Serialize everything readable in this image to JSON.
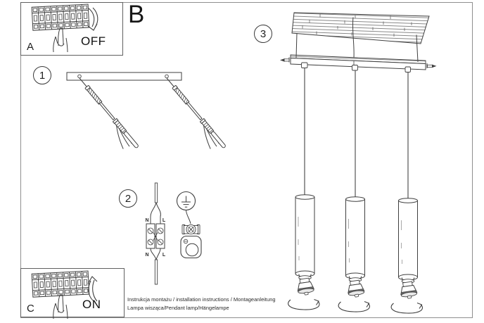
{
  "labels": {
    "box_a": "A",
    "box_b": "B",
    "box_c": "C",
    "step_1": "1",
    "step_2": "2",
    "step_3": "3",
    "off": "OFF",
    "on": "ON"
  },
  "terminal_labels": {
    "top_n": "N",
    "top_l": "L",
    "bottom_n": "N",
    "bottom_l": "L"
  },
  "footer": {
    "line1": "Instrukcja montażu / installation instructions / Montageanleitung",
    "line2": "Lampa wisząca/Pendant lamp/Hängelampe"
  },
  "colors": {
    "ink": "#3f3f3f",
    "border": "#8f8f8f",
    "paper": "#ffffff"
  }
}
